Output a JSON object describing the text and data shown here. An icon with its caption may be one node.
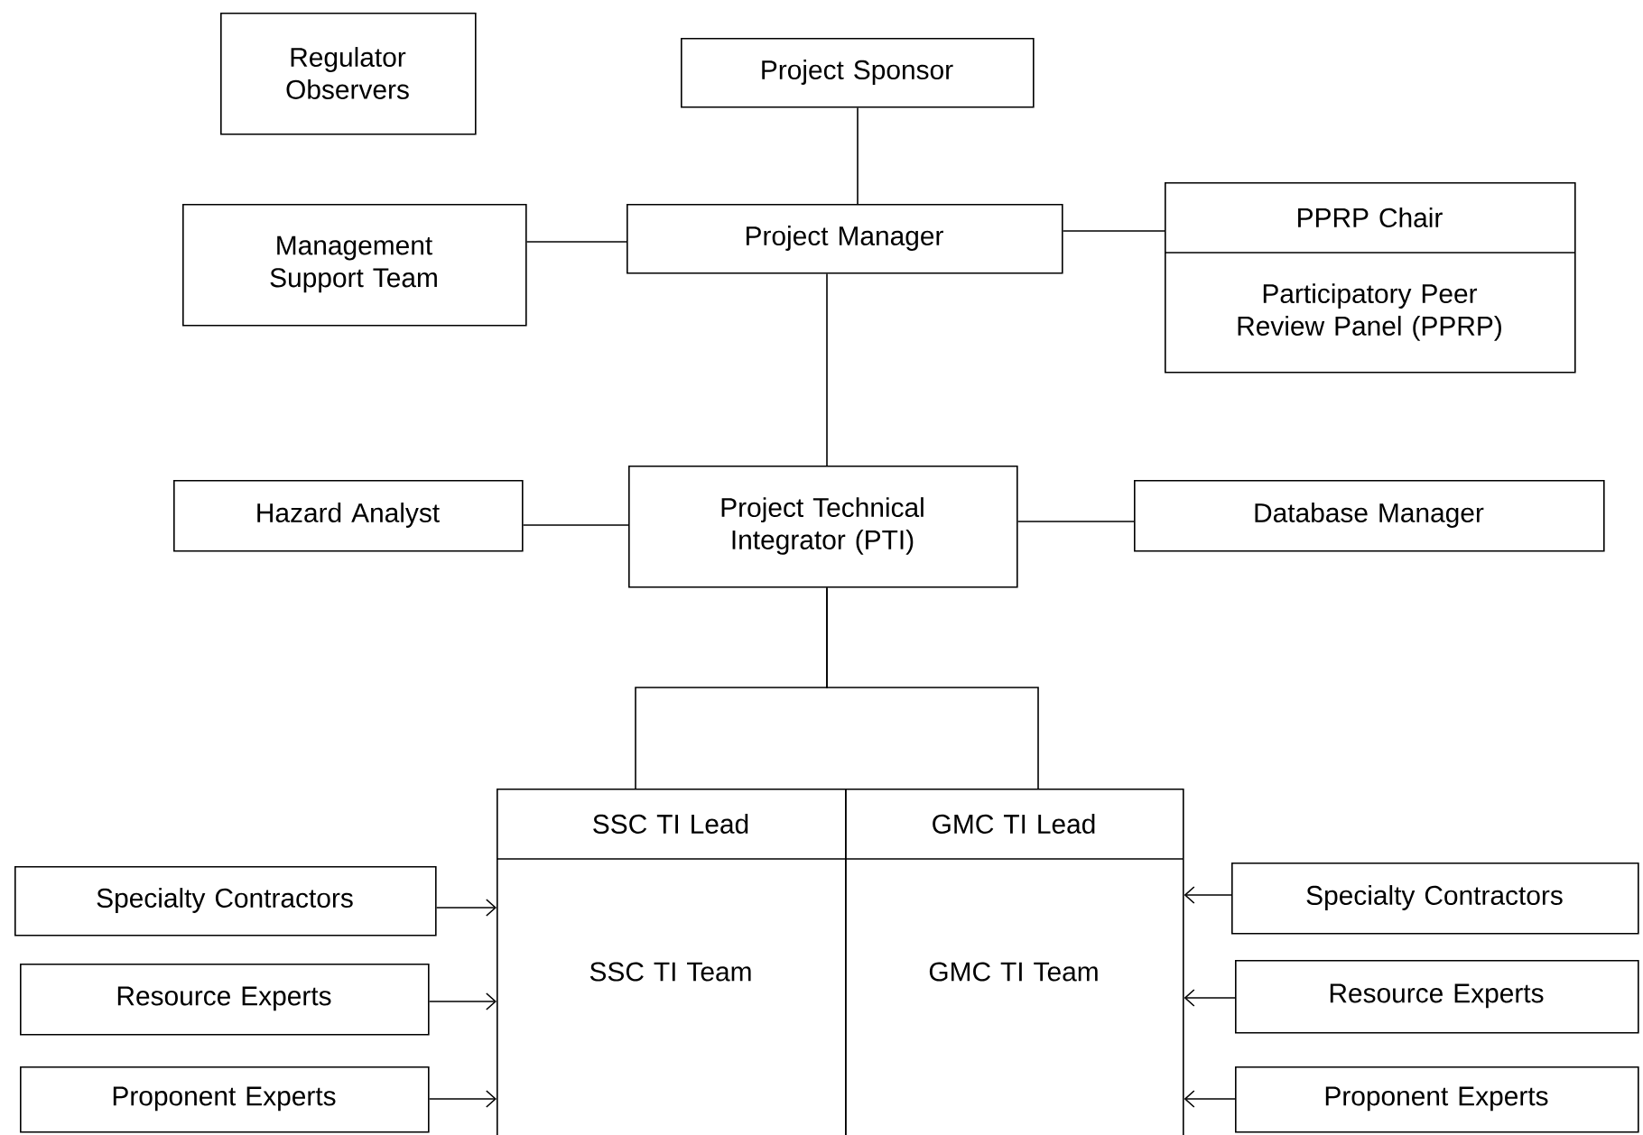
{
  "diagram": {
    "nodes": [
      {
        "text": [
          "Regulator Observers"
        ]
      },
      {
        "text": [
          "Project Sponsor"
        ]
      },
      {
        "text": [
          "Project Manager"
        ]
      },
      {
        "text": [
          "Management Support Team"
        ]
      },
      {
        "text": [
          "PPRP Chair",
          "Participatory Peer Review Panel (PPRP)"
        ]
      },
      {
        "text": [
          "Hazard Analyst"
        ]
      },
      {
        "text": [
          "Project Technical Integrator (PTI)"
        ]
      },
      {
        "text": [
          "Database Manager"
        ]
      },
      {
        "text": [
          "SSC TI Lead",
          "SSC TI Team"
        ]
      },
      {
        "text": [
          "GMC TI Lead",
          "GMC TI Team"
        ]
      },
      {
        "text": [
          "Specialty Contractors"
        ]
      },
      {
        "text": [
          "Resource Experts"
        ]
      },
      {
        "text": [
          "Proponent Experts"
        ]
      },
      {
        "text": [
          "Specialty Contractors"
        ]
      },
      {
        "text": [
          "Resource Experts"
        ]
      },
      {
        "text": [
          "Proponent Experts"
        ]
      }
    ],
    "edges": [
      {
        "from": 1,
        "to": 2,
        "arrow": "none"
      },
      {
        "from": 3,
        "to": 2,
        "arrow": "none"
      },
      {
        "from": 2,
        "to": 4,
        "arrow": "none"
      },
      {
        "from": 2,
        "to": 6,
        "arrow": "none"
      },
      {
        "from": 5,
        "to": 6,
        "arrow": "none"
      },
      {
        "from": 6,
        "to": 7,
        "arrow": "none"
      },
      {
        "from": 6,
        "to": 8,
        "arrow": "none"
      },
      {
        "from": 6,
        "to": 9,
        "arrow": "none"
      },
      {
        "from": 10,
        "to": 8,
        "arrow": "to"
      },
      {
        "from": 11,
        "to": 8,
        "arrow": "to"
      },
      {
        "from": 12,
        "to": 8,
        "arrow": "to"
      },
      {
        "from": 13,
        "to": 9,
        "arrow": "to"
      },
      {
        "from": 14,
        "to": 9,
        "arrow": "to"
      },
      {
        "from": 15,
        "to": 9,
        "arrow": "to"
      }
    ]
  }
}
